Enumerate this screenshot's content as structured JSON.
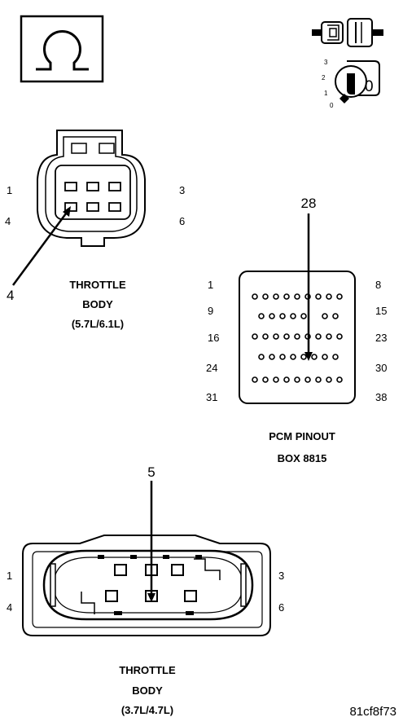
{
  "meter_icon": {
    "symbol": "Ω",
    "name": "ohmmeter-icon"
  },
  "connector_icon": {
    "name": "disconnect-connector-icon"
  },
  "ignition_icon": {
    "name": "ignition-key-off-icon",
    "positions": [
      "3",
      "2",
      "1",
      "0"
    ],
    "key_label": "0"
  },
  "throttle_body_57": {
    "pin_labels": {
      "top_left": "1",
      "top_right": "3",
      "bottom_left": "4",
      "bottom_right": "6"
    },
    "callout": "4",
    "caption": [
      "THROTTLE",
      "BODY",
      "(5.7L/6.1L)"
    ]
  },
  "pcm": {
    "callout": "28",
    "row_labels_left": [
      "1",
      "9",
      "16",
      "24",
      "31"
    ],
    "row_labels_right": [
      "8",
      "15",
      "23",
      "30",
      "38"
    ],
    "caption": [
      "PCM PINOUT",
      "BOX 8815"
    ]
  },
  "throttle_body_37": {
    "pin_labels": {
      "top_left": "1",
      "top_right": "3",
      "bottom_left": "4",
      "bottom_right": "6"
    },
    "callout": "5",
    "caption": [
      "THROTTLE",
      "BODY",
      "(3.7L/4.7L)"
    ]
  },
  "figure_code": "81cf8f73"
}
